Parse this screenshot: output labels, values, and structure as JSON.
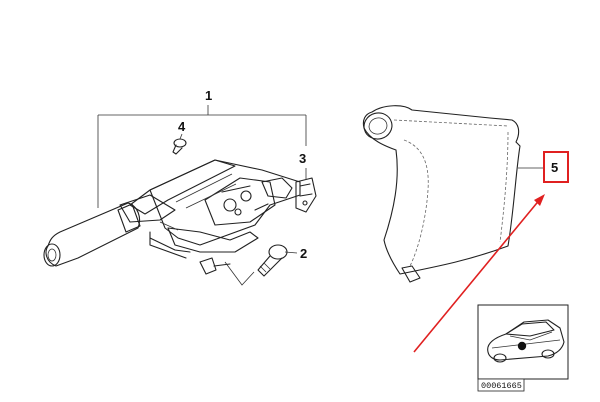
{
  "callouts": {
    "c1": "1",
    "c2": "2",
    "c3": "3",
    "c4": "4",
    "c5": "5"
  },
  "thumbnail": {
    "code": "00061665"
  },
  "colors": {
    "highlight": "#e02020",
    "arrow": "#e02020",
    "line": "#222222",
    "fill_light": "#f2f2f2",
    "fill_grip": "#d9d9d9"
  }
}
